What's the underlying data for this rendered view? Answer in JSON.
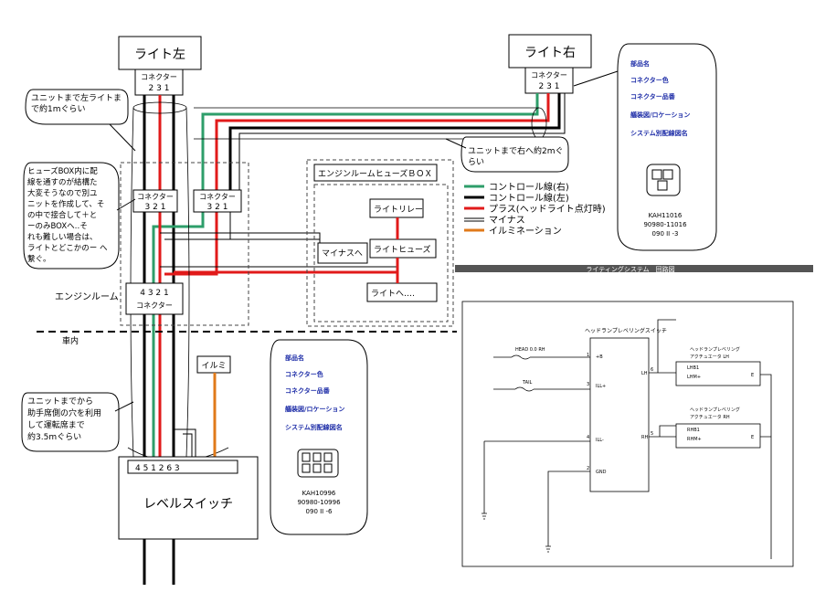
{
  "light_left": "ライト左",
  "light_right": "ライト右",
  "connector": "コネクター",
  "pins_321": "2 3 1",
  "pins_r": "2 3 1",
  "conn_label_a": "コネクター",
  "conn_pins_a": "3 2 1",
  "conn_label_b": "コネクター",
  "conn_pins_b": "3 2 1",
  "conn_er_pins": "4 3 2 1",
  "conn_er_label": "コネクター",
  "note_left": [
    "ユニットまで左ライトま",
    "で約1mぐらい"
  ],
  "note_right": [
    "ユニットまで右へ約2mぐ",
    "らい"
  ],
  "note_fuse": [
    "ヒューズBOX内に配",
    "線を通すのが結構た",
    "大変そうなので別ユ",
    "ニットを作成して、そ",
    "の中で接合して＋と",
    "ーのみBOXへ‥そ",
    "れも難しい場合は、",
    "ライトとどこかのー へ",
    "繋ぐ。"
  ],
  "note_cabin": [
    "ユニットまでから",
    "助手席側の穴を利用",
    "して運転席まで",
    "約3.5mぐらい"
  ],
  "engine_room": "エンジンルーム",
  "cabin": "車内",
  "fuse_box_title": "エンジンルームヒューズＢＯＸ",
  "light_relay": "ライトリレー",
  "light_fuse": "ライトヒューズ",
  "to_light": "ライトへ‥‥",
  "to_minus": "マイナスへ",
  "illumi": "イルミ",
  "level_switch": "レベルスイッチ",
  "level_pins": "4 5 1 2   6       3",
  "legend": [
    {
      "label": "コントロール線(右)",
      "color": "#2e9e6a"
    },
    {
      "label": "コントロール線(左)",
      "color": "#000000"
    },
    {
      "label": "プラス(ヘッドライト点灯時)",
      "color": "#e11a1a"
    },
    {
      "label": "マイナス",
      "color": "#000000"
    },
    {
      "label": "イルミネーション",
      "color": "#e07a1a"
    }
  ],
  "info_right": [
    "部品名",
    "コネクター色",
    "コネクター品番",
    "艤装図/ロケーション",
    "システム別配線図名"
  ],
  "info_right_codes": [
    "KAH11016",
    "90980-11016",
    "090 II -3"
  ],
  "info_bottom": [
    "部品名",
    "コネクター色",
    "コネクター品番",
    "艤装図/ロケーション",
    "システム別配線図名"
  ],
  "info_bottom_codes": [
    "KAH10996",
    "90980-10996",
    "090 II -6"
  ],
  "schematic_header": "ライティングシステム　回路図",
  "schematic": {
    "switch_title": "ヘッドランプレベリングスイッチ",
    "act_lh_title": [
      "ヘッドランプレベリング",
      "アクチュエータ LH"
    ],
    "act_rh_title": [
      "ヘッドランプレベリング",
      "アクチュエータ RH"
    ],
    "head_label": "HEAD 0.0 RH",
    "tail_label": "TAIL",
    "pin_b": "+B",
    "pin_ill_plus": "ILL+",
    "pin_ill_minus": "ILL-",
    "pin_gnd": "GND",
    "pin_lh": "LH",
    "pin_rh": "RH",
    "act_pins_lh": [
      "LHB1",
      "LHM+"
    ],
    "act_pins_rh": [
      "RHB1",
      "RHM+"
    ],
    "nums": [
      "1",
      "2",
      "3",
      "4",
      "5",
      "6"
    ],
    "e": "E"
  }
}
